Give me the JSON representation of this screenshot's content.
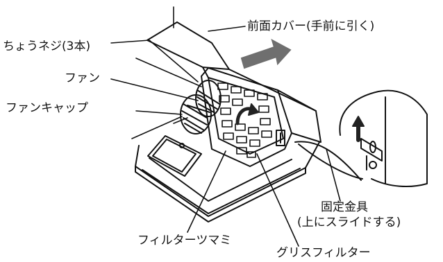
{
  "labels": {
    "front_cover": "前面カバー(手前に引く)",
    "screws": "ちょうネジ(3本)",
    "fan": "ファン",
    "fan_cap": "ファンキャップ",
    "fixing_bracket_line1": "固定金具",
    "fixing_bracket_line2": "(上にスライドする)",
    "filter_knob": "フィルターツマミ",
    "grease_filter": "グリスフィルター"
  },
  "colors": {
    "ink": "#111111",
    "arrow": "#6f6f6f",
    "paper": "#ffffff"
  }
}
